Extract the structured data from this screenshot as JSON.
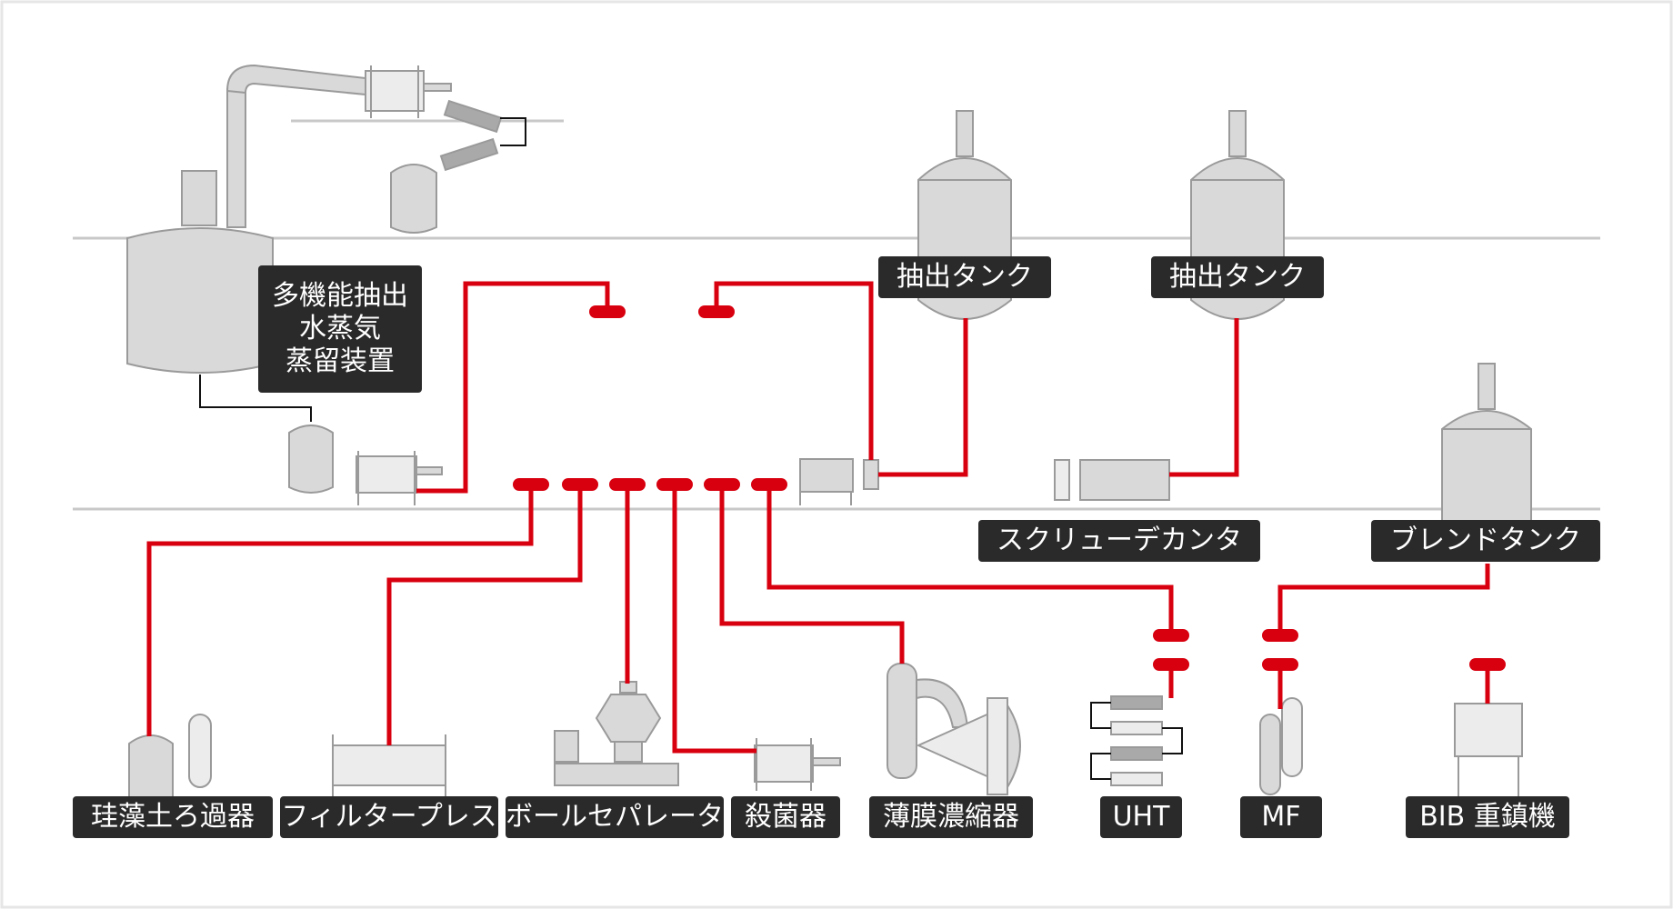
{
  "colors": {
    "pipe": "#d8000f",
    "equipment_fill": "#d9d9d9",
    "equipment_light": "#ececec",
    "equipment_stroke": "#9a9a9a",
    "floor": "#c8c8c8",
    "label_bg": "#2a2a2a",
    "label_text": "#ffffff",
    "frame": "#e6e6e6"
  },
  "labels": {
    "still": [
      "多機能抽出",
      "水蒸気",
      "蒸留装置"
    ],
    "extract_tank_1": "抽出タンク",
    "extract_tank_2": "抽出タンク",
    "screw_decanter": "スクリューデカンタ",
    "blend_tank": "ブレンドタンク",
    "diatomaceous_filter": "珪藻土ろ過器",
    "filter_press": "フィルタープレス",
    "ball_separator": "ボールセパレータ",
    "sterilizer": "殺菌器",
    "thin_film_evaporator": "薄膜濃縮器",
    "uht": "UHT",
    "mf": "MF",
    "bib_filler": "BIB 重鎮機"
  }
}
